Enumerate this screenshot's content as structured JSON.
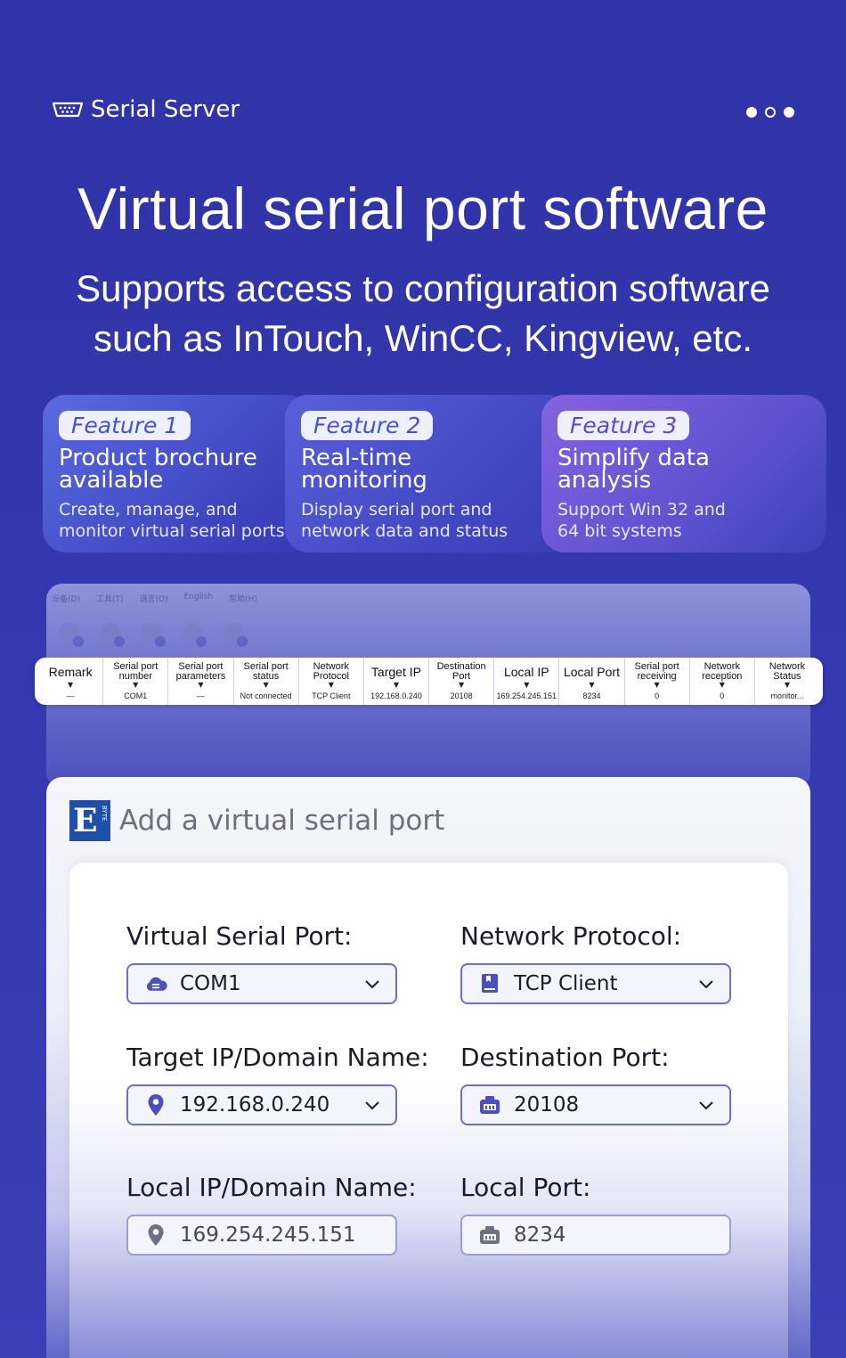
{
  "header": {
    "brand": "Serial Server",
    "brand_icon": "serial-port-icon",
    "pagination": {
      "count": 3,
      "active": 2
    }
  },
  "hero": {
    "title": "Virtual serial port software",
    "subtitle_line1": "Supports access to configuration software",
    "subtitle_line2": "such as InTouch, WinCC, Kingview, etc."
  },
  "features": [
    {
      "badge": "Feature 1",
      "title_line1": "Product brochure",
      "title_line2": "available",
      "desc_line1": "Create, manage, and",
      "desc_line2": "monitor virtual serial ports"
    },
    {
      "badge": "Feature 2",
      "title_line1": "Real-time",
      "title_line2": "monitoring",
      "desc_line1": "Display serial port and",
      "desc_line2": "network data and status"
    },
    {
      "badge": "Feature 3",
      "title_line1": "Simplify data",
      "title_line2": "analysis",
      "desc_line1": "Support Win 32 and",
      "desc_line2": "64 bit systems"
    }
  ],
  "app": {
    "menu": [
      "设备(D)",
      "工具(T)",
      "语言(O)",
      "English",
      "帮助(H)"
    ],
    "table": {
      "columns": [
        {
          "header": "Remark",
          "value": "—"
        },
        {
          "header": "Serial port number",
          "value": "COM1"
        },
        {
          "header": "Serial port parameters",
          "value": "—"
        },
        {
          "header": "Serial port status",
          "value": "Not connected"
        },
        {
          "header": "Network Protocol",
          "value": "TCP Client"
        },
        {
          "header": "Target IP",
          "value": "192.168.0.240"
        },
        {
          "header": "Destination Port",
          "value": "20108"
        },
        {
          "header": "Local IP",
          "value": "169.254.245.151"
        },
        {
          "header": "Local Port",
          "value": "8234"
        },
        {
          "header": "Serial port receiving",
          "value": "0"
        },
        {
          "header": "Network reception",
          "value": "0"
        },
        {
          "header": "Network Status",
          "value": "monitor..."
        }
      ]
    }
  },
  "dialog": {
    "title": "Add a virtual serial port",
    "logo_letter": "E",
    "logo_text": "BYTE",
    "fields": {
      "virtual_serial_port": {
        "label": "Virtual Serial Port:",
        "value": "COM1",
        "icon": "cloud-icon"
      },
      "network_protocol": {
        "label": "Network Protocol:",
        "value": "TCP Client",
        "icon": "bookmark-icon"
      },
      "target_ip": {
        "label": "Target IP/Domain Name:",
        "value": "192.168.0.240",
        "icon": "location-pin-icon"
      },
      "destination_port": {
        "label": "Destination Port:",
        "value": "20108",
        "icon": "port-icon"
      },
      "local_ip": {
        "label": "Local IP/Domain Name:",
        "value": "169.254.245.151",
        "icon": "location-pin-icon"
      },
      "local_port": {
        "label": "Local Port:",
        "value": "8234",
        "icon": "port-icon"
      }
    }
  },
  "colors": {
    "background": "#3236aa",
    "accent": "#4652d6",
    "field_border": "#6c70cc"
  }
}
